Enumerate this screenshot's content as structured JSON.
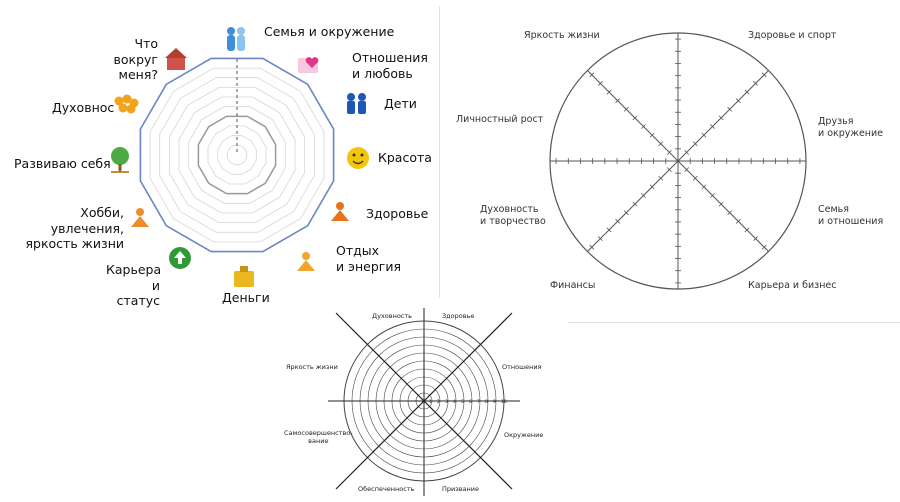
{
  "wheel1": {
    "labels": [
      {
        "key": "family",
        "text": "Семья и окружение",
        "icon": "family-icon"
      },
      {
        "key": "relations",
        "text": "Отношения\nи любовь",
        "icon": "hearts-icon"
      },
      {
        "key": "kids",
        "text": "Дети",
        "icon": "children-icon"
      },
      {
        "key": "beauty",
        "text": "Красота",
        "icon": "smiley-icon"
      },
      {
        "key": "health",
        "text": "Здоровье",
        "icon": "runner-icon"
      },
      {
        "key": "rest",
        "text": "Отдых\nи энергия",
        "icon": "meditation-icon"
      },
      {
        "key": "money",
        "text": "Деньги",
        "icon": "wallet-icon"
      },
      {
        "key": "career",
        "text": "Карьера\nи статус",
        "icon": "career-arrow-icon"
      },
      {
        "key": "hobby",
        "text": "Хобби, увлечения,\nяркость жизни",
        "icon": "horn-icon"
      },
      {
        "key": "self",
        "text": "Развиваю себя",
        "icon": "tree-icon"
      },
      {
        "key": "spirit",
        "text": "Духовнос",
        "icon": "honeycomb-icon"
      },
      {
        "key": "around",
        "text": "Что вокруг\nменя?",
        "icon": "house-icon"
      }
    ],
    "colors": {
      "outer": "#6a86c6",
      "rings": "#d6d6d6",
      "inner": "#9a9a9a"
    }
  },
  "wheel2": {
    "labels": [
      {
        "key": "brightness",
        "text": "Яркость жизни"
      },
      {
        "key": "health",
        "text": "Здоровье и спорт"
      },
      {
        "key": "friends",
        "text": "Друзья\nи окружение"
      },
      {
        "key": "family",
        "text": "Семья\nи отношения"
      },
      {
        "key": "career",
        "text": "Карьера и бизнес"
      },
      {
        "key": "finance",
        "text": "Финансы"
      },
      {
        "key": "spirit",
        "text": "Духовность\nи творчество"
      },
      {
        "key": "growth",
        "text": "Личностный рост"
      }
    ]
  },
  "wheel3": {
    "labels": [
      {
        "key": "spirit",
        "text": "Духовность"
      },
      {
        "key": "health",
        "text": "Здоровье"
      },
      {
        "key": "relations",
        "text": "Отношения"
      },
      {
        "key": "env",
        "text": "Окружение"
      },
      {
        "key": "calling",
        "text": "Призвание"
      },
      {
        "key": "security",
        "text": "Обеспеченность"
      },
      {
        "key": "self",
        "text": "Самосовершенство-\nвание"
      },
      {
        "key": "bright",
        "text": "Яркость жизни"
      }
    ],
    "scale": [
      "1",
      "2",
      "3",
      "4",
      "5",
      "6",
      "7",
      "8",
      "9",
      "10"
    ]
  }
}
